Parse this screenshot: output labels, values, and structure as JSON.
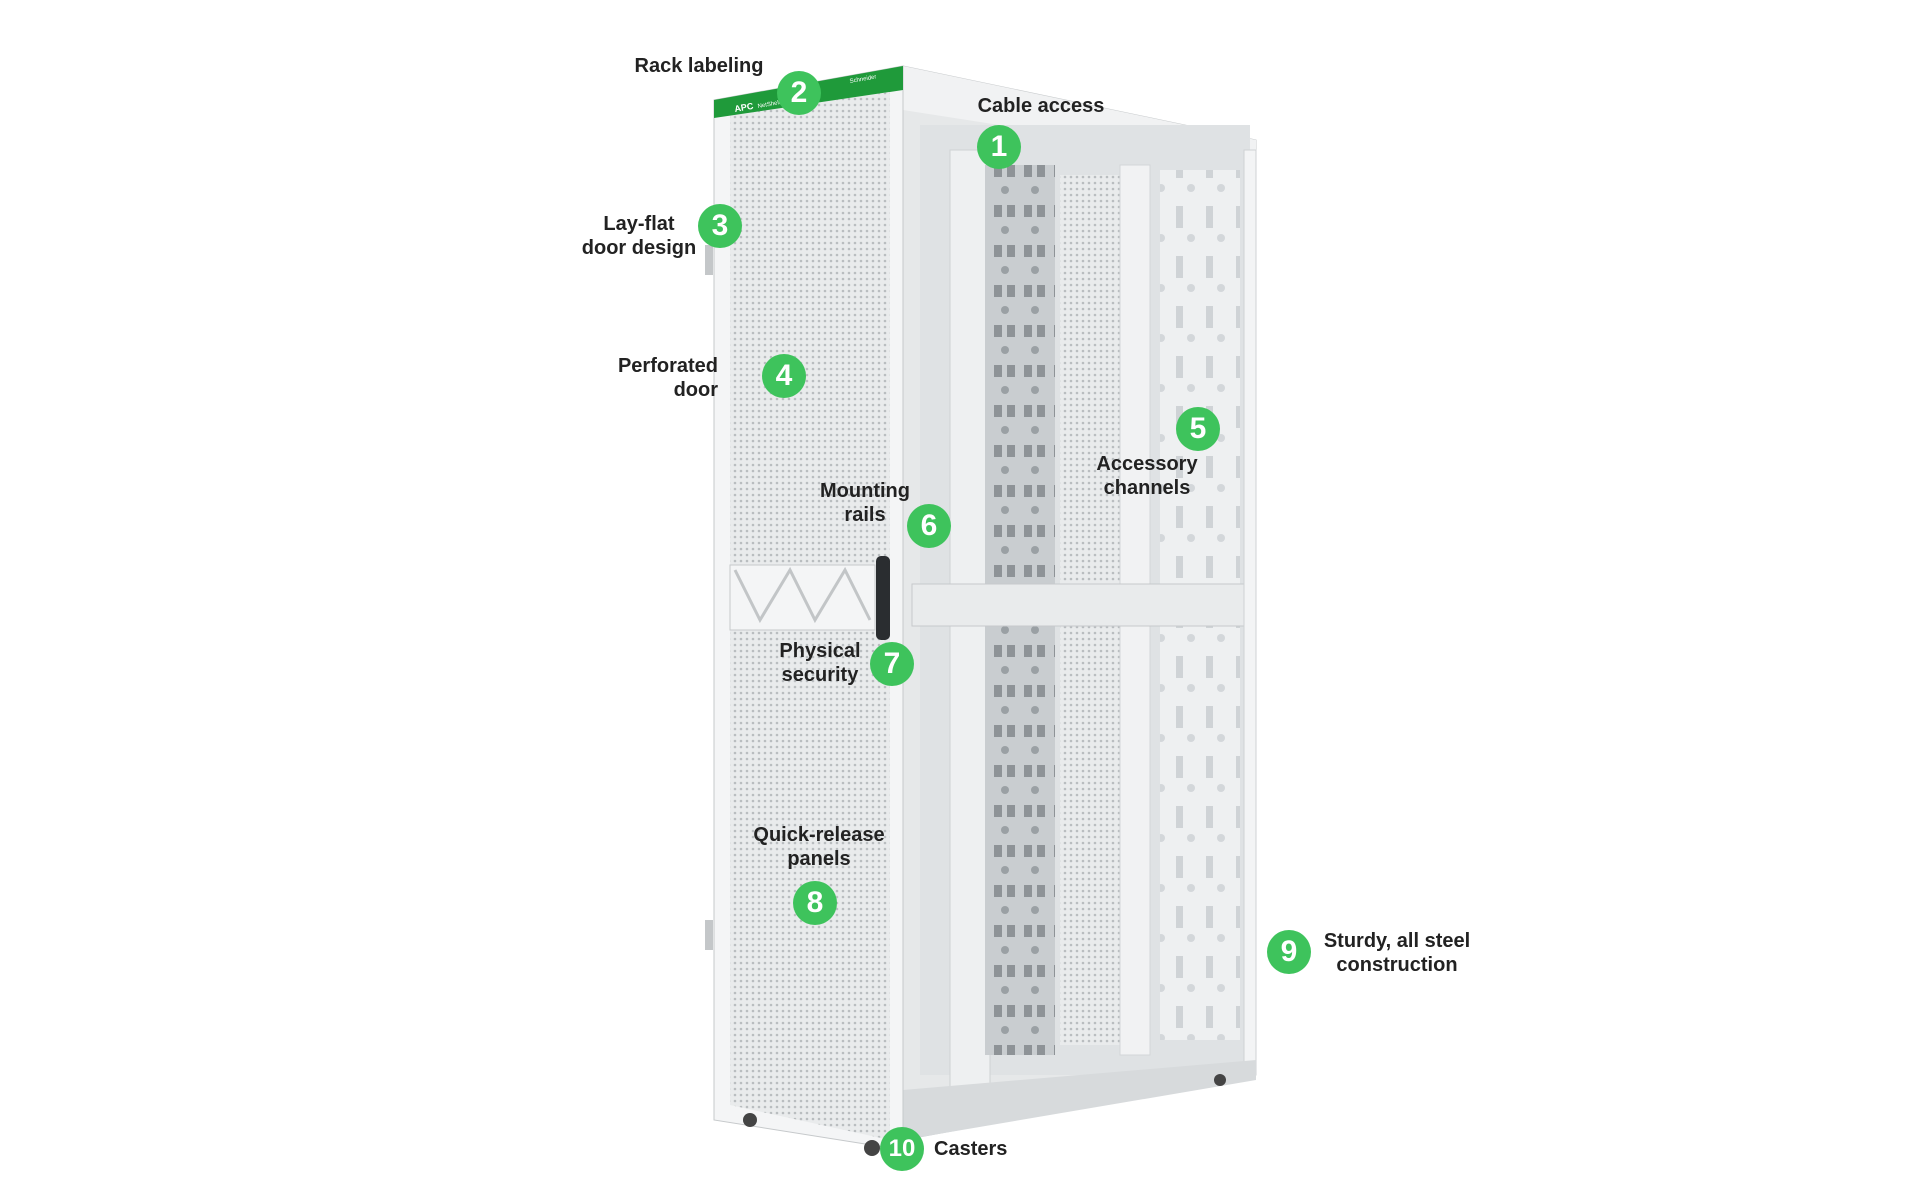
{
  "logo": {
    "brand": "APC",
    "product": "NetShelter SX",
    "maker": "Schneider Electric"
  },
  "callouts": [
    {
      "number": "1",
      "label": "Cable access"
    },
    {
      "number": "2",
      "label": "Rack labeling"
    },
    {
      "number": "3",
      "label_lines": [
        "Lay-flat",
        "door design"
      ]
    },
    {
      "number": "4",
      "label_lines": [
        "Perforated",
        "door"
      ]
    },
    {
      "number": "5",
      "label_lines": [
        "Accessory",
        "channels"
      ]
    },
    {
      "number": "6",
      "label_lines": [
        "Mounting",
        "rails"
      ]
    },
    {
      "number": "7",
      "label_lines": [
        "Physical",
        "security"
      ]
    },
    {
      "number": "8",
      "label_lines": [
        "Quick-release",
        "panels"
      ]
    },
    {
      "number": "9",
      "label_lines": [
        "Sturdy, all steel",
        "construction"
      ]
    },
    {
      "number": "10",
      "label": "Casters"
    }
  ],
  "colors": {
    "badge": "#3ec35c",
    "brand_bar": "#1f9a3a"
  }
}
